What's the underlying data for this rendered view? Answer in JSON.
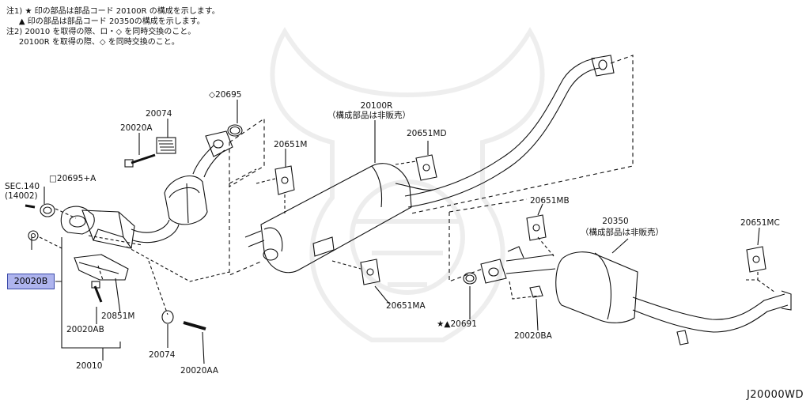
{
  "notes": {
    "line1": "注1) ★ 印の部品は部品コード 20100R の構成を示します。",
    "line2": "     ▲ 印の部品は部品コード 20350の構成を示します。",
    "line3": "注2) 20010 を取得の際、ロ・◇ を同時交換のこと。",
    "line4": "     20100R を取得の際、◇ を同時交換のこと。"
  },
  "labels": {
    "p20695": "◇20695",
    "p20074_top": "20074",
    "p20020A": "20020A",
    "p20100R": "20100R",
    "p20100R_sub": "（構成部品は非販売）",
    "p20651M": "20651M",
    "p20651MD": "20651MD",
    "sec140": "SEC.140",
    "sec140_sub": "(14002)",
    "p20695A": "□20695+A",
    "p20020B": "20020B",
    "p20851M": "20851M",
    "p20020AB": "20020AB",
    "p20010": "20010",
    "p20074_bot": "20074",
    "p20020AA": "20020AA",
    "p20651MA": "20651MA",
    "p20691": "★▲20691",
    "p20020BA": "20020BA",
    "p20651MB": "20651MB",
    "p20350": "20350",
    "p20350_sub": "（構成部品は非販売）",
    "p20651MC": "20651MC"
  },
  "highlight_color": "#aeb4ee",
  "diagram_ref": "J20000WD"
}
